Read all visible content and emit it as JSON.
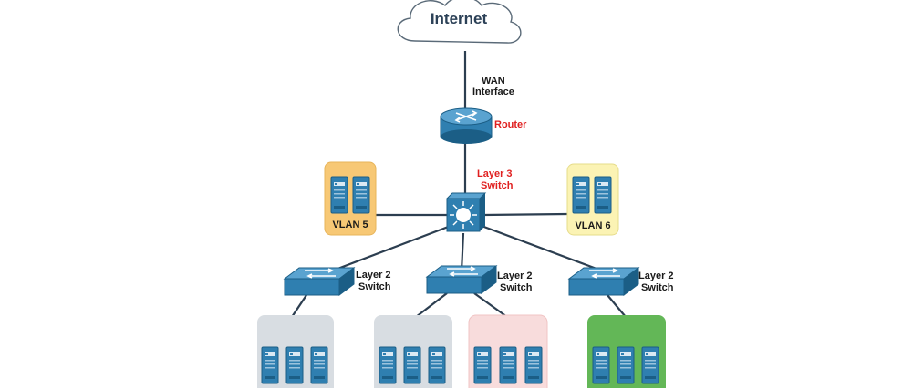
{
  "colors": {
    "device_blue": "#2f7fb0",
    "device_dark": "#1b5e86",
    "vlan5_fill": "#f7c875",
    "vlan6_fill": "#fbf3b4",
    "group_gray": "#d8dde2",
    "group_pink": "#f8dcdc",
    "group_green": "#63b757",
    "label_red": "#e02020"
  },
  "cloud": {
    "label": "Internet"
  },
  "wan": {
    "line1": "WAN",
    "line2": "Interface"
  },
  "router": {
    "label": "Router"
  },
  "l3switch": {
    "line1": "Layer 3",
    "line2": "Switch"
  },
  "vlan5": {
    "label": "VLAN 5"
  },
  "vlan6": {
    "label": "VLAN 6"
  },
  "l2switches": [
    {
      "line1": "Layer 2",
      "line2": "Switch"
    },
    {
      "line1": "Layer 2",
      "line2": "Switch"
    },
    {
      "line1": "Layer 2",
      "line2": "Switch"
    }
  ],
  "icons": {
    "cloud": "cloud-icon",
    "router": "router-icon",
    "multilayer_switch": "multilayer-switch-icon",
    "switch": "switch-icon",
    "server": "server-icon"
  }
}
